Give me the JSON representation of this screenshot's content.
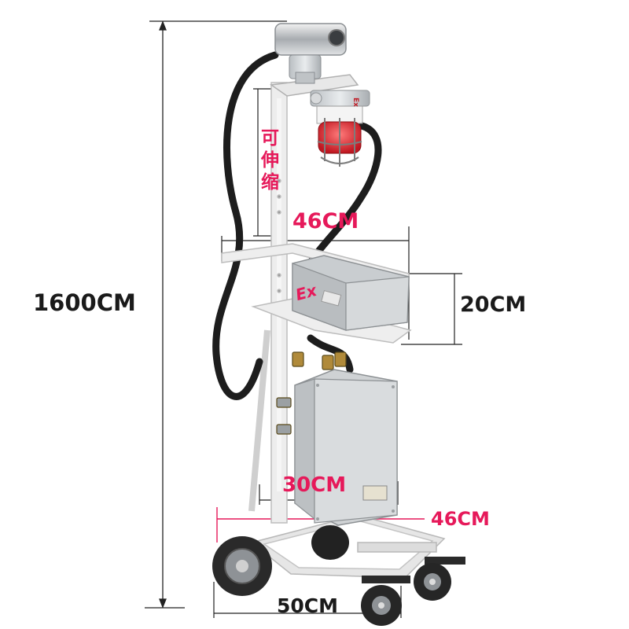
{
  "dimensions": {
    "height": "1600CM",
    "top_width": "46CM",
    "box_height": "20CM",
    "telescopic": "可伸缩",
    "box_width": "30CM",
    "base_depth": "46CM",
    "base_width": "50CM"
  },
  "product": {
    "box_mark": "Ex"
  },
  "colors": {
    "pink": "#e6195a",
    "dark": "#1a1a1a",
    "frame": "#e4e4e4",
    "enclosure": "#cfd2d4",
    "lamp": "#e0303a"
  }
}
